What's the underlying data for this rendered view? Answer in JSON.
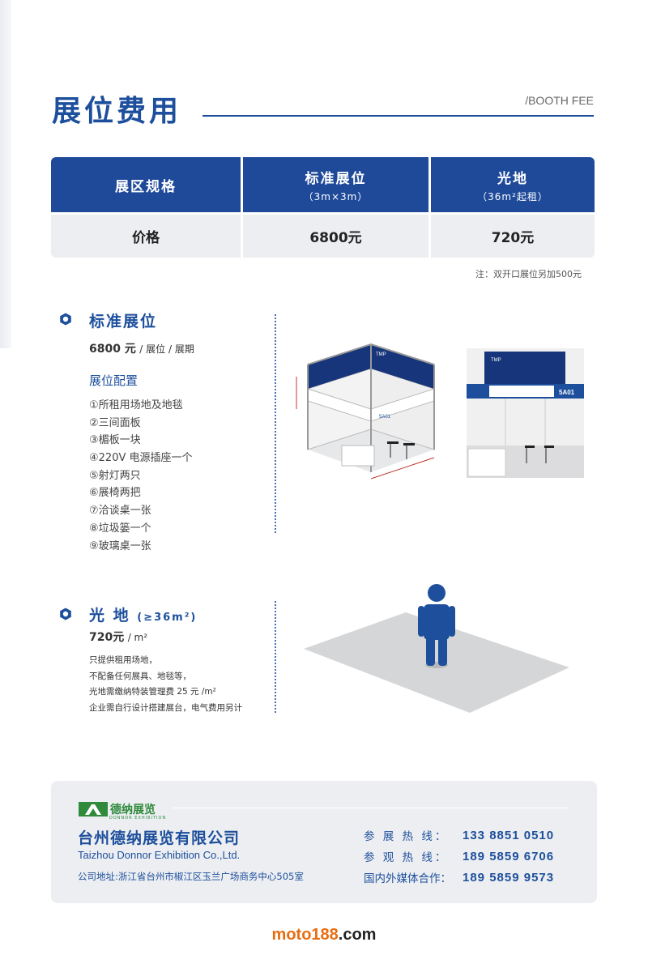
{
  "page": {
    "title": "展位费用",
    "title_en": "/BOOTH FEE"
  },
  "fee_table": {
    "header": {
      "col1": "展区规格",
      "col2": "标准展位",
      "col2_sub": "（3m×3m）",
      "col3": "光地",
      "col3_sub": "（36m²起租）"
    },
    "row": {
      "label": "价格",
      "standard": "6800元",
      "raw_space": "720元"
    },
    "note": "注：双开口展位另加500元"
  },
  "standard_booth": {
    "title": "标准展位",
    "price": "6800 元",
    "price_unit": "/ 展位 / 展期",
    "config_title": "展位配置",
    "config_items": [
      "①所租用场地及地毯",
      "②三间面板",
      "③楣板一块",
      "④220V 电源插座一个",
      "⑤射灯两只",
      "⑥展椅两把",
      "⑦洽谈桌一张",
      "⑧垃圾篓一个",
      "⑨玻璃桌一张"
    ],
    "booth_number": "5A01",
    "fascia_brand": "TMP"
  },
  "raw_space": {
    "title": "光 地",
    "title_suffix": "(≥36m²)",
    "price": "720元",
    "price_unit": "/ m²",
    "desc": [
      "只提供租用场地，",
      "不配备任何展具、地毯等，",
      "光地需缴纳特装管理费 25 元 /m²",
      "企业需自行设计搭建展台，电气费用另计"
    ]
  },
  "footer": {
    "logo_text": "德纳展览",
    "logo_sub": "DONNOR EXHIBITION",
    "company_cn": "台州德纳展览有限公司",
    "company_en": "Taizhou Donnor Exhibition Co.,Ltd.",
    "address": "公司地址:浙江省台州市椒江区玉兰广场商务中心505室",
    "hotlines": [
      {
        "label": "参 展 热 线：",
        "number": "133 8851 0510"
      },
      {
        "label": "参 观 热 线：",
        "number": "189 5859 6706"
      },
      {
        "label": "国内外媒体合作：",
        "number": "189 5859 9573"
      }
    ]
  },
  "watermark": {
    "part_a": "moto188",
    "part_b": ".com"
  },
  "colors": {
    "brand_blue": "#1d4f9c",
    "header_blue": "#1f4a9a",
    "logo_green": "#2f8a3c",
    "watermark_orange": "#e86d12"
  }
}
